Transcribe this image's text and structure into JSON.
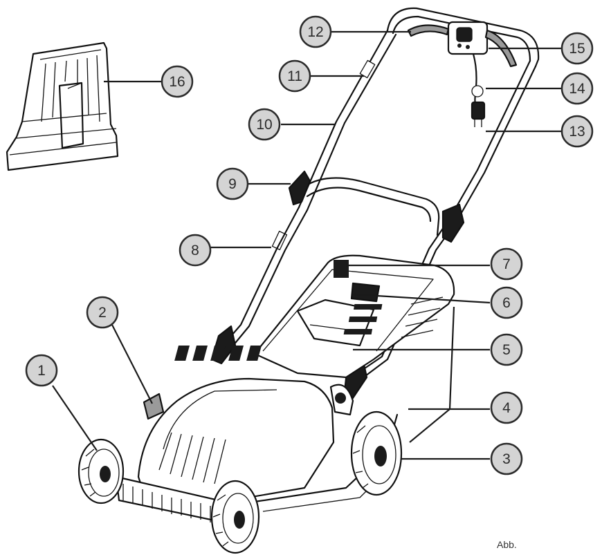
{
  "caption": "Abb.",
  "callouts": [
    {
      "id": "1",
      "label": "1"
    },
    {
      "id": "2",
      "label": "2"
    },
    {
      "id": "3",
      "label": "3"
    },
    {
      "id": "4",
      "label": "4"
    },
    {
      "id": "5",
      "label": "5"
    },
    {
      "id": "6",
      "label": "6"
    },
    {
      "id": "7",
      "label": "7"
    },
    {
      "id": "8",
      "label": "8"
    },
    {
      "id": "9",
      "label": "9"
    },
    {
      "id": "10",
      "label": "10"
    },
    {
      "id": "11",
      "label": "11"
    },
    {
      "id": "12",
      "label": "12"
    },
    {
      "id": "13",
      "label": "13"
    },
    {
      "id": "14",
      "label": "14"
    },
    {
      "id": "15",
      "label": "15"
    },
    {
      "id": "16",
      "label": "16"
    }
  ]
}
